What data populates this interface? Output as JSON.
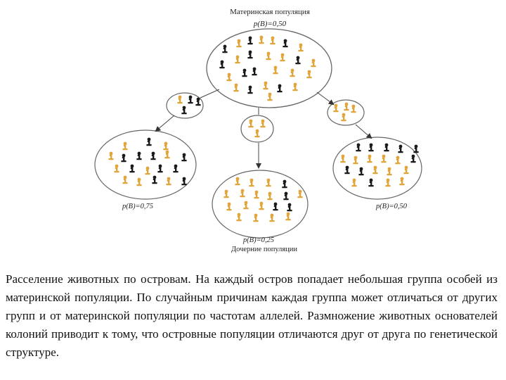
{
  "diagram": {
    "parent_title": "Материнская популяция",
    "parent_freq": "p(B)=0,50",
    "left_freq": "p(B)=0,75",
    "center_freq": "p(B)=0,25",
    "right_freq": "p(B)=0,50",
    "bottom_label": "Дочерние популяции",
    "colors": {
      "light_allele": "#e0a63c",
      "dark_allele": "#1a1a1a",
      "outline": "#555555"
    },
    "icons": {
      "light_individual": "light-individual-icon",
      "dark_individual": "dark-individual-icon"
    }
  },
  "caption": "Расселение животных по островам. На каждый остров попадает небольшая группа особей из материнской популяции. По случайным причинам каждая группа может отличаться от других групп и от материнской популяции по частотам аллелей. Размножение животных основателей колоний приводит к тому, что островные популяции отличаются друг от друга по генетической структуре."
}
